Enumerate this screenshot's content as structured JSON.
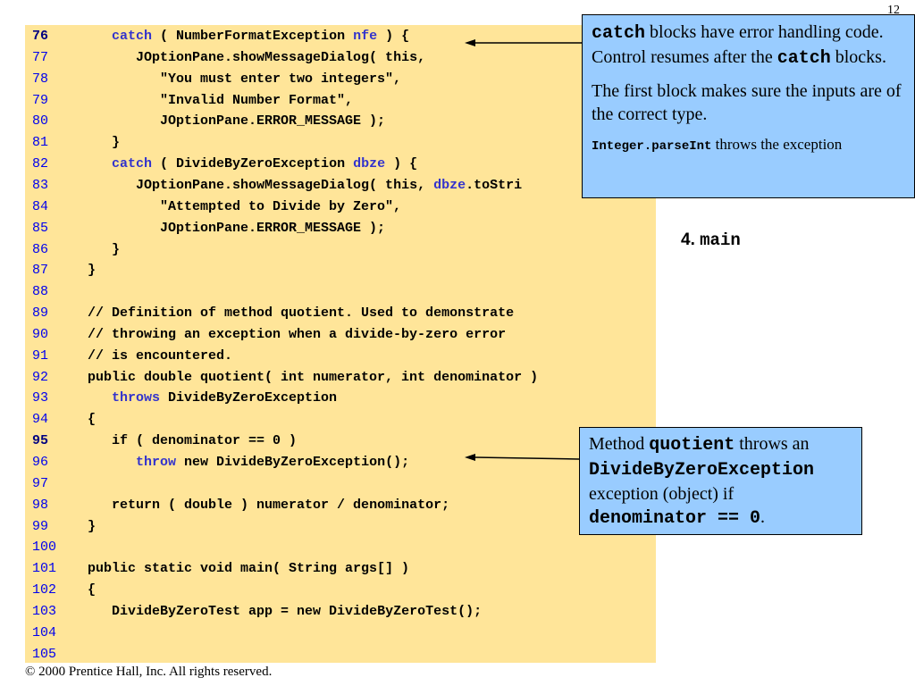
{
  "page_number": "12",
  "code_lines": [
    {
      "n": "76",
      "bold_num": true,
      "indent": "   ",
      "parts": [
        {
          "t": "catch",
          "kw": true
        },
        {
          "t": " ( NumberFormatException "
        },
        {
          "t": "nfe",
          "kw": true
        },
        {
          "t": " ) {"
        }
      ]
    },
    {
      "n": "77",
      "indent": "      ",
      "parts": [
        {
          "t": "JOptionPane.showMessageDialog( this,"
        }
      ]
    },
    {
      "n": "78",
      "indent": "         ",
      "parts": [
        {
          "t": "\"You must enter two integers\","
        }
      ]
    },
    {
      "n": "79",
      "indent": "         ",
      "parts": [
        {
          "t": "\"Invalid Number Format\","
        }
      ]
    },
    {
      "n": "80",
      "indent": "         ",
      "parts": [
        {
          "t": "JOptionPane.ERROR_MESSAGE );"
        }
      ]
    },
    {
      "n": "81",
      "indent": "   ",
      "parts": [
        {
          "t": "}"
        }
      ]
    },
    {
      "n": "82",
      "indent": "   ",
      "parts": [
        {
          "t": "catch",
          "kw": true
        },
        {
          "t": " ( DivideByZeroException "
        },
        {
          "t": "dbze",
          "kw": true
        },
        {
          "t": " ) {"
        }
      ]
    },
    {
      "n": "83",
      "indent": "      ",
      "parts": [
        {
          "t": "JOptionPane.showMessageDialog( this, "
        },
        {
          "t": "dbze",
          "kw": true
        },
        {
          "t": ".toStri"
        }
      ]
    },
    {
      "n": "84",
      "indent": "         ",
      "parts": [
        {
          "t": "\"Attempted to Divide by Zero\","
        }
      ]
    },
    {
      "n": "85",
      "indent": "         ",
      "parts": [
        {
          "t": "JOptionPane.ERROR_MESSAGE );"
        }
      ]
    },
    {
      "n": "86",
      "indent": "   ",
      "parts": [
        {
          "t": "}"
        }
      ]
    },
    {
      "n": "87",
      "indent": "",
      "parts": [
        {
          "t": "}"
        }
      ]
    },
    {
      "n": "88",
      "indent": "",
      "parts": []
    },
    {
      "n": "89",
      "indent": "",
      "parts": [
        {
          "t": "// Definition of method quotient. Used to demonstrate"
        }
      ]
    },
    {
      "n": "90",
      "indent": "",
      "parts": [
        {
          "t": "// throwing an exception when a divide-by-zero error"
        }
      ]
    },
    {
      "n": "91",
      "indent": "",
      "parts": [
        {
          "t": "// is encountered."
        }
      ]
    },
    {
      "n": "92",
      "indent": "",
      "parts": [
        {
          "t": "public double quotient( int numerator, int denominator )"
        }
      ]
    },
    {
      "n": "93",
      "indent": "   ",
      "parts": [
        {
          "t": "throws",
          "kw": true
        },
        {
          "t": " DivideByZeroException"
        }
      ]
    },
    {
      "n": "94",
      "indent": "",
      "parts": [
        {
          "t": "{"
        }
      ]
    },
    {
      "n": "95",
      "bold_num": true,
      "indent": "   ",
      "parts": [
        {
          "t": "if ( denominator == 0 )"
        }
      ]
    },
    {
      "n": "96",
      "indent": "      ",
      "parts": [
        {
          "t": "throw",
          "kw": true
        },
        {
          "t": " new DivideByZeroException();"
        }
      ]
    },
    {
      "n": "97",
      "indent": "",
      "parts": []
    },
    {
      "n": "98",
      "indent": "   ",
      "parts": [
        {
          "t": "return ( double ) numerator / denominator;"
        }
      ]
    },
    {
      "n": "99",
      "indent": "",
      "parts": [
        {
          "t": "}"
        }
      ]
    },
    {
      "n": "100",
      "indent": "",
      "parts": []
    },
    {
      "n": "101",
      "indent": "",
      "parts": [
        {
          "t": "public static void main( String args[] )"
        }
      ]
    },
    {
      "n": "102",
      "indent": "",
      "parts": [
        {
          "t": "{"
        }
      ]
    },
    {
      "n": "103",
      "indent": "   ",
      "parts": [
        {
          "t": "DivideByZeroTest app = new DivideByZeroTest();"
        }
      ]
    },
    {
      "n": "104",
      "indent": "",
      "parts": []
    },
    {
      "n": "105",
      "indent": "",
      "parts": []
    }
  ],
  "callout_catch": {
    "p1_code_a": "catch",
    "p1_text_a": " blocks have error handling code.  Control resumes after the ",
    "p1_code_b": "catch",
    "p1_text_b": " blocks.",
    "p2": "The first block makes sure the inputs are of the correct type.",
    "p3_code": "Integer.parseInt",
    "p3_text": " throws the exception"
  },
  "main_label": {
    "number": "4.",
    "code": "main"
  },
  "callout_quotient": {
    "text_a": "Method ",
    "code_a": "quotient",
    "text_b": " throws an ",
    "code_b": "DivideByZeroException",
    "text_c": " exception (object) if ",
    "code_c": "denominator == 0",
    "text_d": "."
  },
  "footer": "© 2000 Prentice Hall, Inc.  All rights reserved.",
  "colors": {
    "code_bg": "#ffe599",
    "callout_bg": "#99ccff",
    "keyword": "#3333cc",
    "line_number": "#0000ee"
  }
}
